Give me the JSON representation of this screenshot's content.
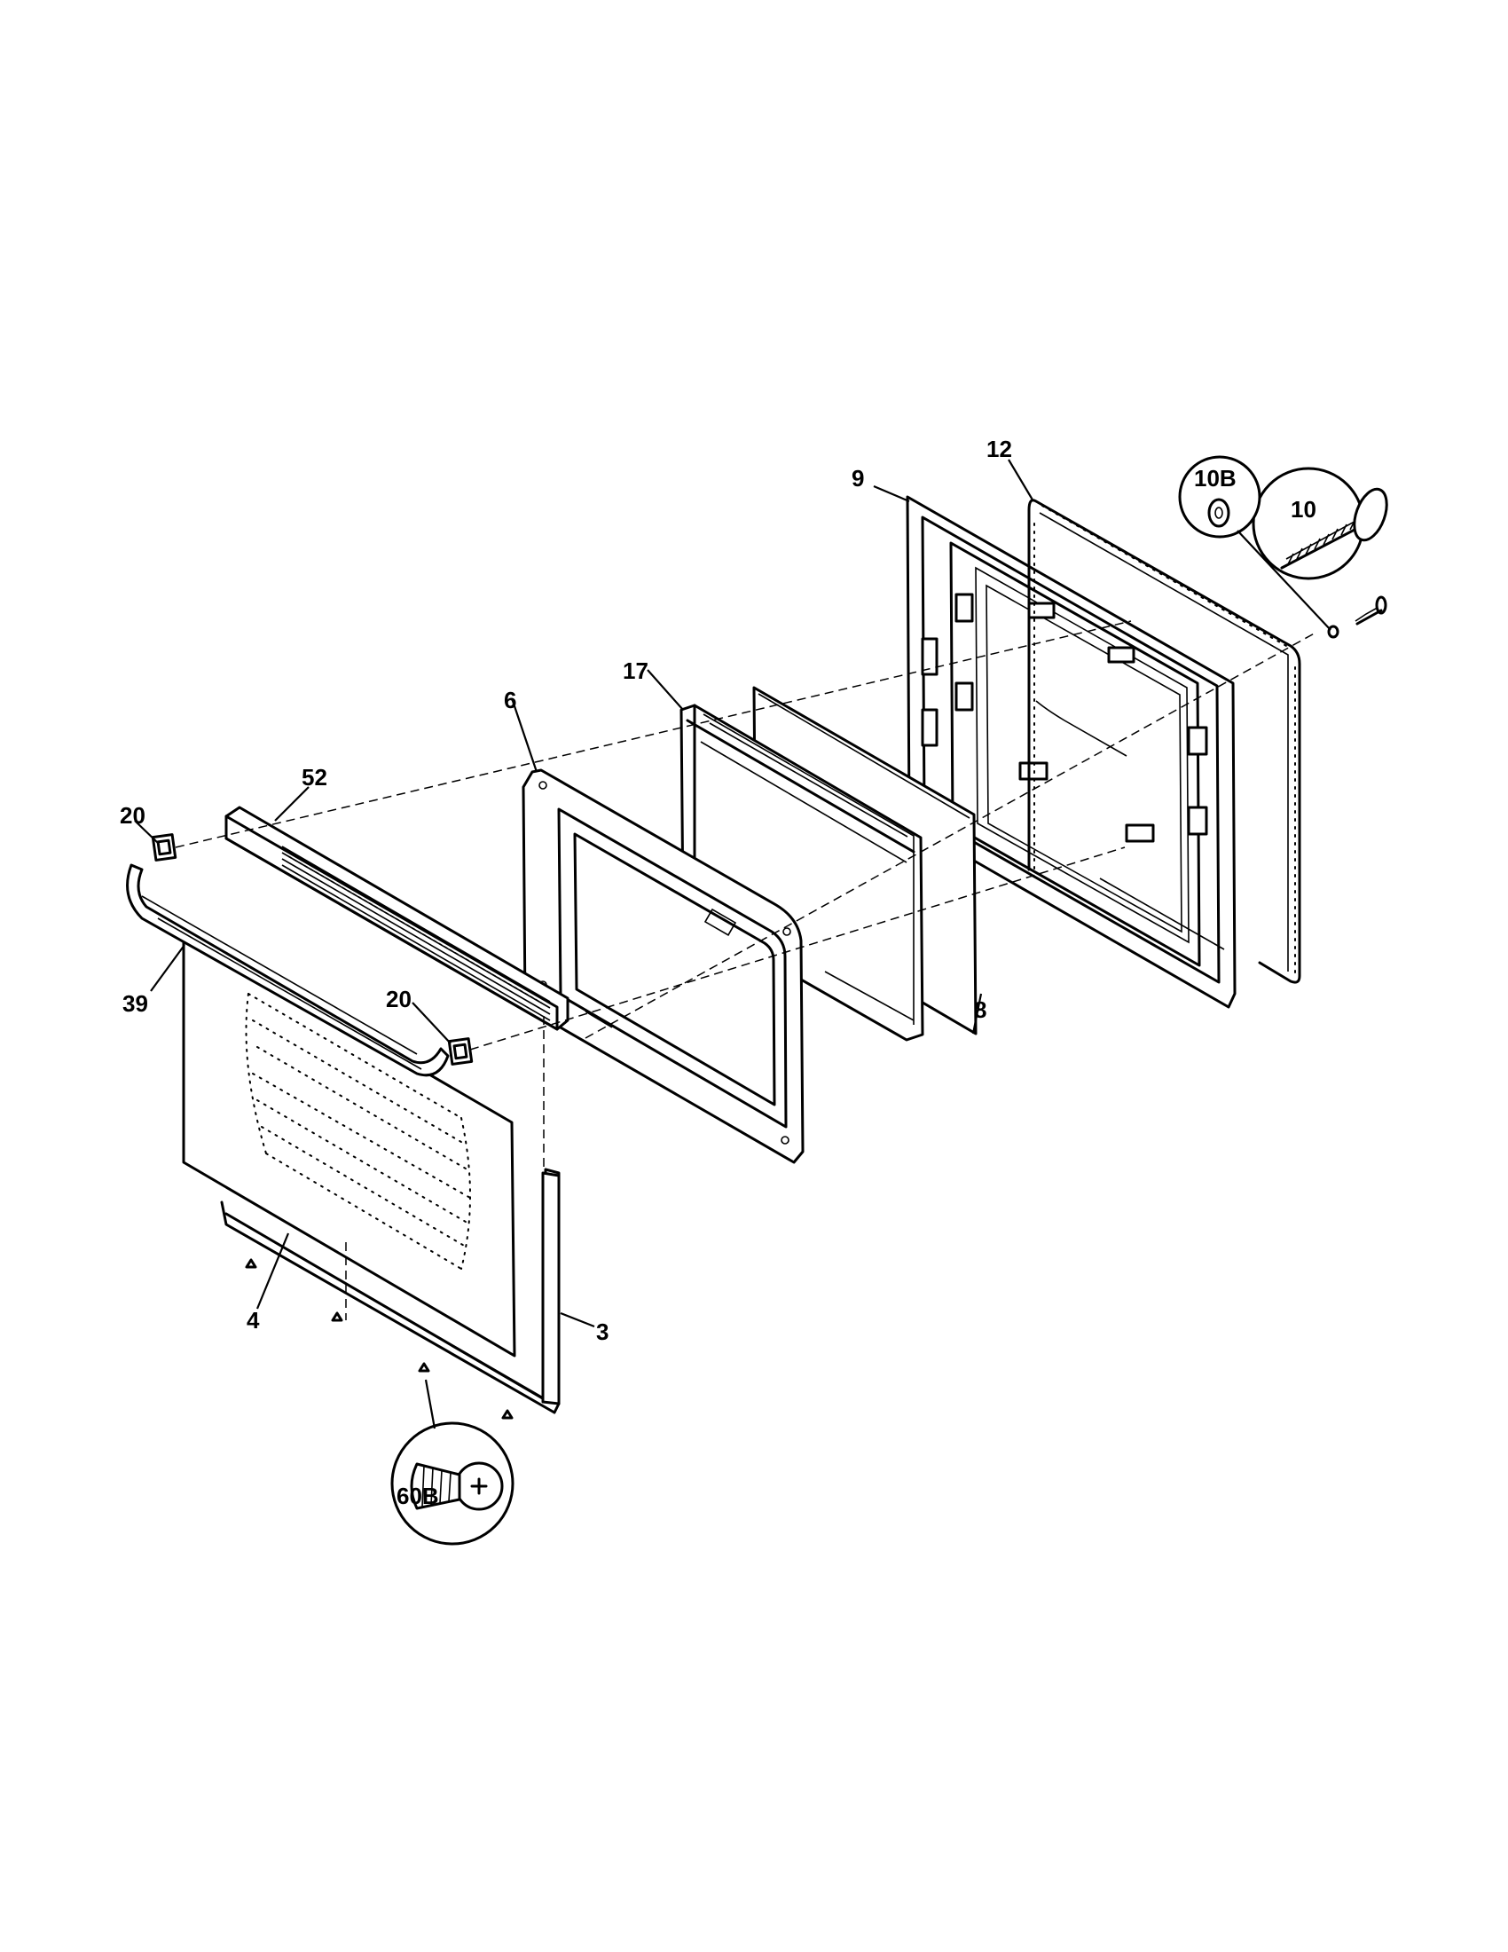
{
  "labels": {
    "l9": "9",
    "l12": "12",
    "l10b": "10B",
    "l10": "10",
    "l17": "17",
    "l6": "6",
    "l52": "52",
    "l20a": "20",
    "l20b": "20",
    "l39": "39",
    "l8": "8",
    "l4": "4",
    "l3": "3",
    "l60b": "60B"
  }
}
